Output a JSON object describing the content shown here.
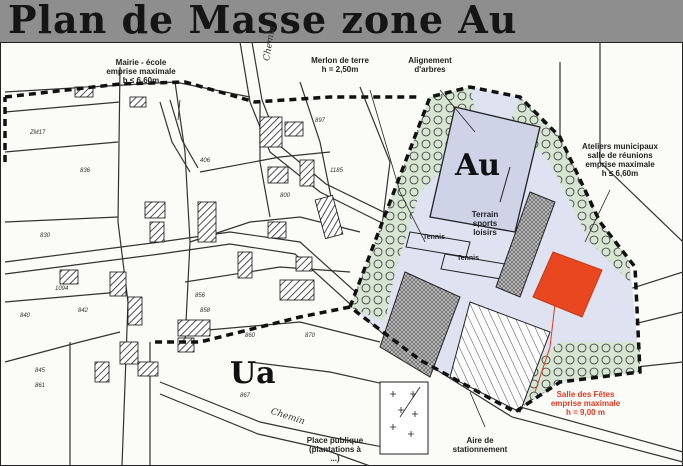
{
  "title": "Plan de Masse zone Au",
  "zones": {
    "au": "Au",
    "ua": "Ua"
  },
  "labels": {
    "mairie": "Mairie - école\nemprise maximale\nh ≤ 6,60m",
    "merlon": "Merlon de terre\nh = 2,50m",
    "alignement": "Alignement\nd'arbres",
    "ateliers": "Ateliers municipaux\nsalle de réunions\nemprise maximale\nh ≤ 6,60m",
    "terrain": "Terrain\nsports\nloisirs",
    "tennis1": "Tennis",
    "tennis2": "Tennis",
    "salle_fetes": "Salle des Fêtes\nemprise maximale\nh = 9,00 m",
    "place": "Place publique\n(plantations à\n...)",
    "aire": "Aire de\nstationnement",
    "chemin1": "Chemin",
    "chemin2": "Chemin"
  },
  "colors": {
    "title_bg": "#8e8e8e",
    "zone_fill": "#dfe2f1",
    "green_fill": "#d7e5d3",
    "salle": "#e8471f",
    "red_text": "#e0391f"
  }
}
